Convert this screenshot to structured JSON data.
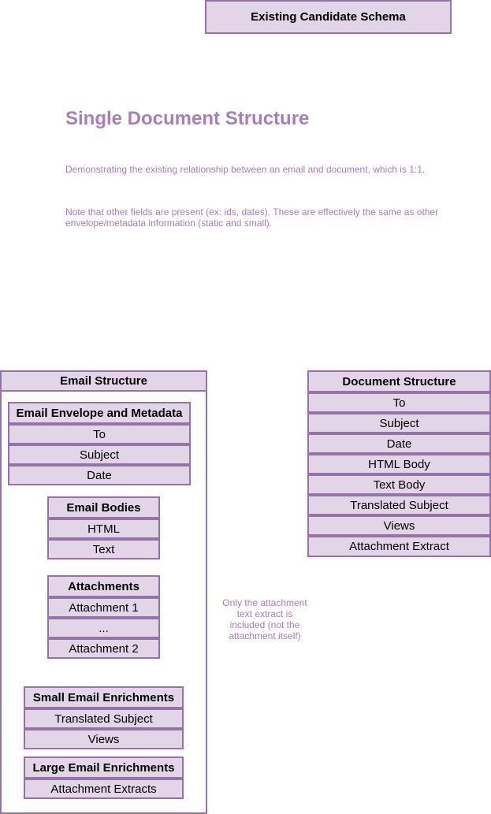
{
  "schema_title": "Existing Candidate Schema",
  "heading": "Single Document Structure",
  "description": "Demonstrating the existing relationship between an email and document, which is 1:1.",
  "note": "Note that other fields are present (ex: ids, dates).  These are effectively the same as other envelope/metadata information (static and small).",
  "attachment_note": "Only the attachment text extract is included (not the attachment itself)",
  "email": {
    "title": "Email Structure",
    "envelope": {
      "title": "Email Envelope and Metadata",
      "items": [
        "To",
        "Subject",
        "Date"
      ]
    },
    "bodies": {
      "title": "Email Bodies",
      "items": [
        "HTML",
        "Text"
      ]
    },
    "attachments": {
      "title": "Attachments",
      "items": [
        "Attachment 1",
        "...",
        "Attachment 2"
      ]
    },
    "small_enrichments": {
      "title": "Small Email Enrichments",
      "items": [
        "Translated Subject",
        "Views"
      ]
    },
    "large_enrichments": {
      "title": "Large Email Enrichments",
      "items": [
        "Attachment Extracts"
      ]
    }
  },
  "document": {
    "title": "Document Structure",
    "items": [
      "To",
      "Subject",
      "Date",
      "HTML Body",
      "Text Body",
      "Translated Subject",
      "Views",
      "Attachment Extract"
    ]
  },
  "colors": {
    "fill": "#e1d5e7",
    "stroke": "#9673a6",
    "text_accent": "#a680b8"
  }
}
